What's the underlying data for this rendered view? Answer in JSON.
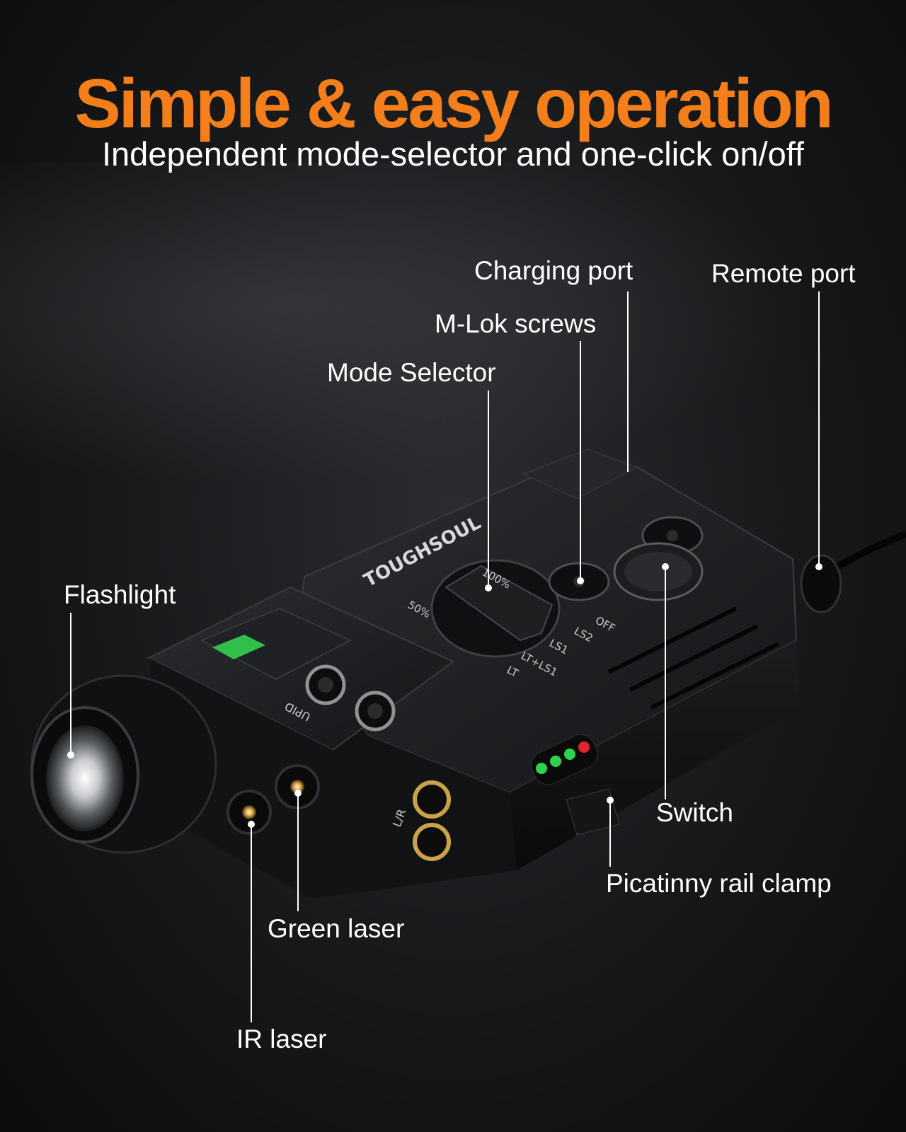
{
  "header": {
    "title": "Simple & easy operation",
    "subtitle": "Independent mode-selector and one-click on/off"
  },
  "device": {
    "brand": "TOUGHSOUL",
    "mode_ring": [
      "50%",
      "100%",
      "OFF",
      "LS2",
      "LS1",
      "LT+LS1",
      "LT"
    ],
    "upid_label": "UPID",
    "lr_label": "L/R",
    "indicator_colors": [
      "#2bd44a",
      "#2bd44a",
      "#2bd44a",
      "#e0242a"
    ]
  },
  "callouts": {
    "charging_port": "Charging port",
    "remote_port": "Remote port",
    "mlok_screws": "M-Lok screws",
    "mode_selector": "Mode Selector",
    "flashlight": "Flashlight",
    "switch": "Switch",
    "picatinny_rail_clamp": "Picatinny rail clamp",
    "green_laser": "Green laser",
    "ir_laser": "IR laser"
  }
}
